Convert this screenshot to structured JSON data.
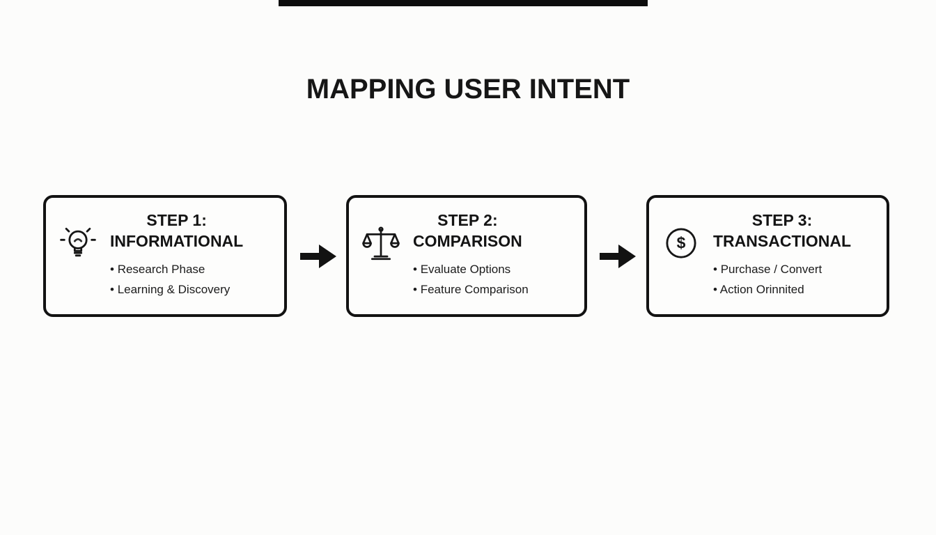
{
  "page": {
    "title": "MAPPING USER INTENT"
  },
  "steps": [
    {
      "step_label": "STEP 1:",
      "title": "INFORMATIONAL",
      "bullets": [
        "Research Phase",
        "Learning & Discovery"
      ],
      "icon": "lightbulb-icon"
    },
    {
      "step_label": "STEP 2:",
      "title": "COMPARISON",
      "bullets": [
        "Evaluate Options",
        "Feature Comparison"
      ],
      "icon": "scale-icon"
    },
    {
      "step_label": "STEP 3:",
      "title": "TRANSACTIONAL",
      "bullets": [
        "Purchase / Convert",
        "Action Orinnited"
      ],
      "icon": "dollar-icon"
    }
  ],
  "icons": {
    "dollar_glyph": "$"
  },
  "colors": {
    "ink": "#111111",
    "background": "#fcfcfb"
  }
}
